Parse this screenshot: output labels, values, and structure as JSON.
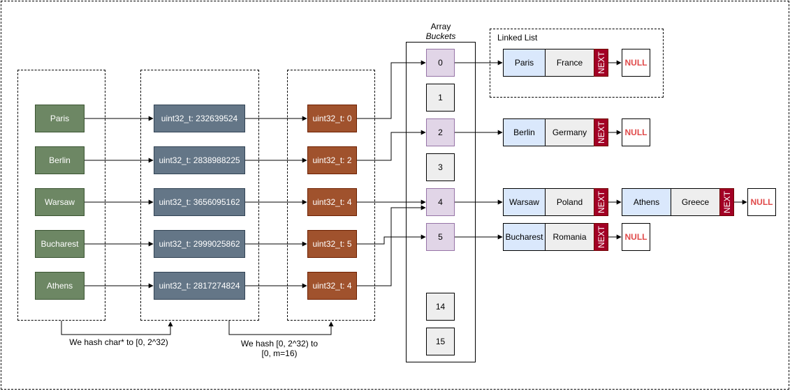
{
  "cities": [
    {
      "name": "Paris",
      "hash": "uint32_t: 232639524",
      "index": "uint32_t: 0"
    },
    {
      "name": "Berlin",
      "hash": "uint32_t: 2838988225",
      "index": "uint32_t: 2"
    },
    {
      "name": "Warsaw",
      "hash": "uint32_t: 3656095162",
      "index": "uint32_t: 4"
    },
    {
      "name": "Bucharest",
      "hash": "uint32_t: 2999025862",
      "index": "uint32_t: 5"
    },
    {
      "name": "Athens",
      "hash": "uint32_t: 2817274824",
      "index": "uint32_t: 4"
    }
  ],
  "array_title": "Array",
  "array_subtitle": "Buckets",
  "buckets": [
    "0",
    "1",
    "2",
    "3",
    "4",
    "5",
    "14",
    "15"
  ],
  "linked_list_label": "Linked List",
  "nodes": {
    "paris_city": "Paris",
    "paris_country": "France",
    "berlin_city": "Berlin",
    "berlin_country": "Germany",
    "warsaw_city": "Warsaw",
    "warsaw_country": "Poland",
    "athens_city": "Athens",
    "athens_country": "Greece",
    "bucharest_city": "Bucharest",
    "bucharest_country": "Romania"
  },
  "next_label": "NEXT",
  "null_label": "NULL",
  "caption_hash": "We hash char* to [0, 2^32)",
  "caption_mod_line1": "We hash [0, 2^32) to",
  "caption_mod_line2": "[0, m=16)",
  "colors": {
    "key_fill": "#6d8764",
    "hash_fill": "#647687",
    "index_fill": "#a0522d",
    "bucket_used": "#e1d5e7",
    "bucket_empty": "#eeeeee",
    "city_fill": "#dae8fc",
    "next_fill": "#a20025",
    "null_text": "#e04a4a"
  }
}
